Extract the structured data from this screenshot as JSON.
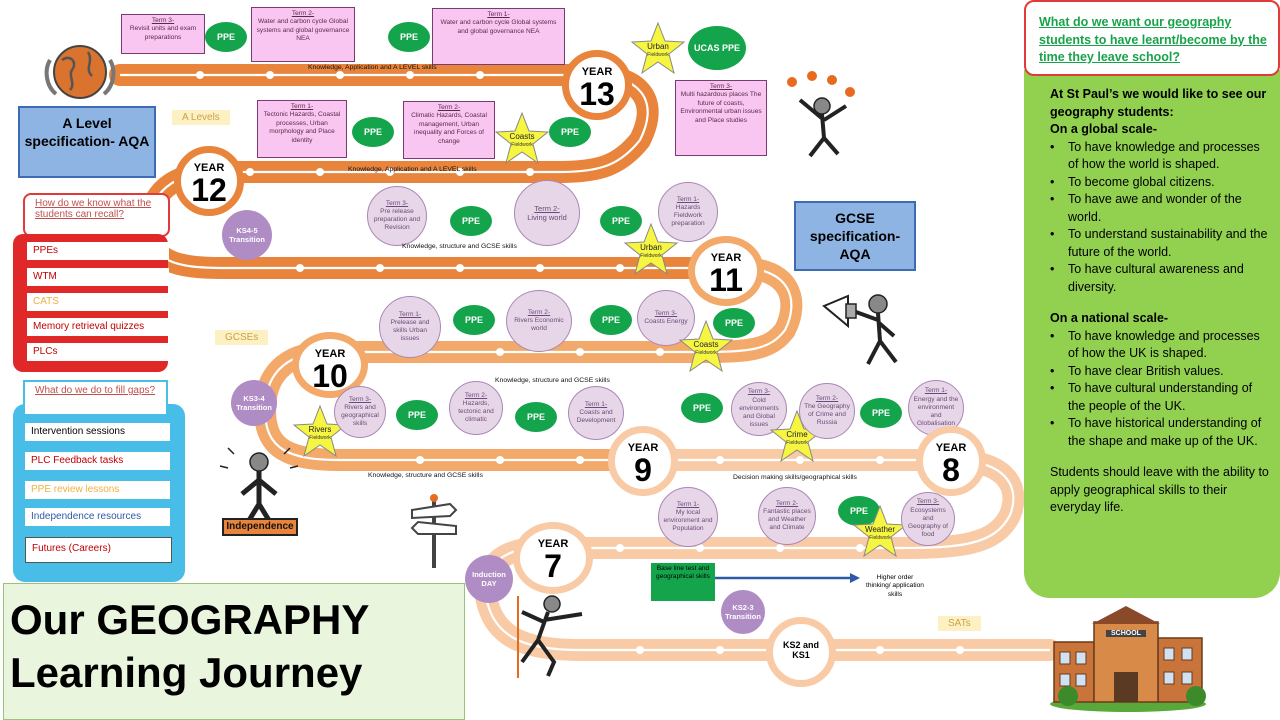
{
  "title": {
    "line1": "Our GEOGRAPHY",
    "line2": "Learning Journey"
  },
  "colors": {
    "road_dark": "#e8843c",
    "road_mid": "#f2a96a",
    "road_light": "#f8cba6",
    "ppe": "#14a54c",
    "panel_green": "#92d050",
    "spec_blue": "#8eb4e3",
    "star_yellow": "#f5f542"
  },
  "specs": {
    "alevel": "A Level specification- AQA",
    "gcse": "GCSE specification- AQA"
  },
  "tags": {
    "alevels": "A Levels",
    "gcses": "GCSEs",
    "sats": "SATs"
  },
  "years": {
    "y13": {
      "label": "YEAR",
      "num": "13"
    },
    "y12": {
      "label": "YEAR",
      "num": "12"
    },
    "y11": {
      "label": "YEAR",
      "num": "11"
    },
    "y10": {
      "label": "YEAR",
      "num": "10"
    },
    "y9": {
      "label": "YEAR",
      "num": "9"
    },
    "y8": {
      "label": "YEAR",
      "num": "8"
    },
    "y7": {
      "label": "YEAR",
      "num": "7"
    }
  },
  "ppe": "PPE",
  "y13_boxes": {
    "t3": {
      "title": "Term 3-",
      "body": "Revisit units and exam preparations"
    },
    "t2": {
      "title": "Term 2-",
      "body": "Water and carbon cycle Global systems and global governance NEA"
    },
    "t1": {
      "title": "Term 1-",
      "body": "Water and carbon cycle Global systems and global governance NEA"
    },
    "ucas": "UCAS PPE",
    "t3b": {
      "title": "Term 3-",
      "body": "Multi hazardous places The future of coasts, Environmental urban issues and Place studies"
    }
  },
  "y12_boxes": {
    "t1": {
      "title": "Term 1-",
      "body": "Tectonic Hazards, Coastal processes, Urban morphology and Place identity"
    },
    "t2": {
      "title": "Term 2-",
      "body": "Climatic Hazards, Coastal management, Urban inequality and Forces of change"
    }
  },
  "y11_circles": {
    "t3": {
      "title": "Term 3-",
      "body": "Pre release preparation and Revision"
    },
    "t2": {
      "title": "Term 2-",
      "body": "Living world"
    },
    "t1": {
      "title": "Term 1-",
      "body": "Hazards Fieldwork preparation"
    }
  },
  "y10_circles": {
    "t1": {
      "title": "Term 1-",
      "body": "Prelease and skills Urban issues"
    },
    "t2": {
      "title": "Term 2-",
      "body": "Rivers Economic world"
    },
    "t3": {
      "title": "Term 3-",
      "body": "Coasts Energy"
    }
  },
  "y9_circles": {
    "t3": {
      "title": "Term 3-",
      "body": "Rivers and geographical skills"
    },
    "t2": {
      "title": "Term 2-",
      "body": "Hazards, tectonic and climatic"
    },
    "t1": {
      "title": "Term 1-",
      "body": "Coasts and Development"
    }
  },
  "y8_circles": {
    "t3": {
      "title": "Term 3-",
      "body": "Cold environments and Global issues"
    },
    "t2": {
      "title": "Term 2-",
      "body": "The Geography of Crime and Russia"
    },
    "t1": {
      "title": "Term 1-",
      "body": "Energy and the environment and Globalisation"
    }
  },
  "y7_circles": {
    "t1": {
      "title": "Term 1-",
      "body": "My local environment and Population"
    },
    "t2": {
      "title": "Term 2-",
      "body": "Fantastic places and Weather and Climate"
    },
    "t3": {
      "title": "Term 3-",
      "body": "Ecosystems and Geography of food"
    }
  },
  "stars": {
    "urban13": {
      "name": "Urban",
      "sub": "Fieldwork"
    },
    "coasts12": {
      "name": "Coasts",
      "sub": "Fieldwork"
    },
    "urban11": {
      "name": "Urban",
      "sub": "Fieldwork"
    },
    "coasts10": {
      "name": "Coasts",
      "sub": "Fieldwork"
    },
    "rivers9": {
      "name": "Rivers",
      "sub": "Fieldwork"
    },
    "crime8": {
      "name": "Crime",
      "sub": "Fieldwork"
    },
    "weather7": {
      "name": "Weather",
      "sub": "Fieldwork"
    }
  },
  "transitions": {
    "ks45": "KS4-5 Transition",
    "ks34": "KS3-4 Transition",
    "ks23": "KS2-3 Transition",
    "induction": "Induction DAY",
    "ks21": "KS2 and KS1"
  },
  "road_labels": {
    "l13": "Knowledge, Application and A LEVEL skills",
    "l12": "Knowledge, Application and A LEVEL skills",
    "l11": "Knowledge, structure and GCSE skills",
    "l10": "Knowledge, structure and GCSE skills",
    "l9": "Knowledge, structure and GCSE skills",
    "l8": "Decision making skills/geographical skills"
  },
  "baseline": "Base line test and geographical skills",
  "higher": "Higher order thinking/ application skills",
  "recall": {
    "question": "How do we know what the students can recall?",
    "items": [
      "PPEs",
      "WTM",
      "CATS",
      "Memory retrieval quizzes",
      "PLCs"
    ]
  },
  "gaps": {
    "question": "What do we do to fill gaps?",
    "items": [
      "Intervention sessions",
      "PLC Feedback tasks",
      "PPE review lessons",
      "Independence resources",
      "Futures (Careers)"
    ]
  },
  "independence": "Independence",
  "school": "SCHOOL",
  "right": {
    "question": "What do we want our geography students to have learnt/become by the time they leave school?",
    "intro": "At St Paul’s we would like to see our geography students:",
    "global_h": "On a global scale-",
    "global": [
      "To have knowledge and processes of how the world is shaped.",
      "To become global citizens.",
      "To have awe and wonder of the world.",
      "To understand sustainability and the future of the world.",
      "To have cultural awareness and diversity."
    ],
    "national_h": "On a national scale-",
    "national": [
      "To have knowledge and processes of how the UK is shaped.",
      "To have clear British values.",
      "To have cultural understanding of the people of the UK.",
      "To have historical understanding of the shape and make up of the UK."
    ],
    "outro": "Students should leave with the ability to apply geographical skills to their everyday life."
  }
}
